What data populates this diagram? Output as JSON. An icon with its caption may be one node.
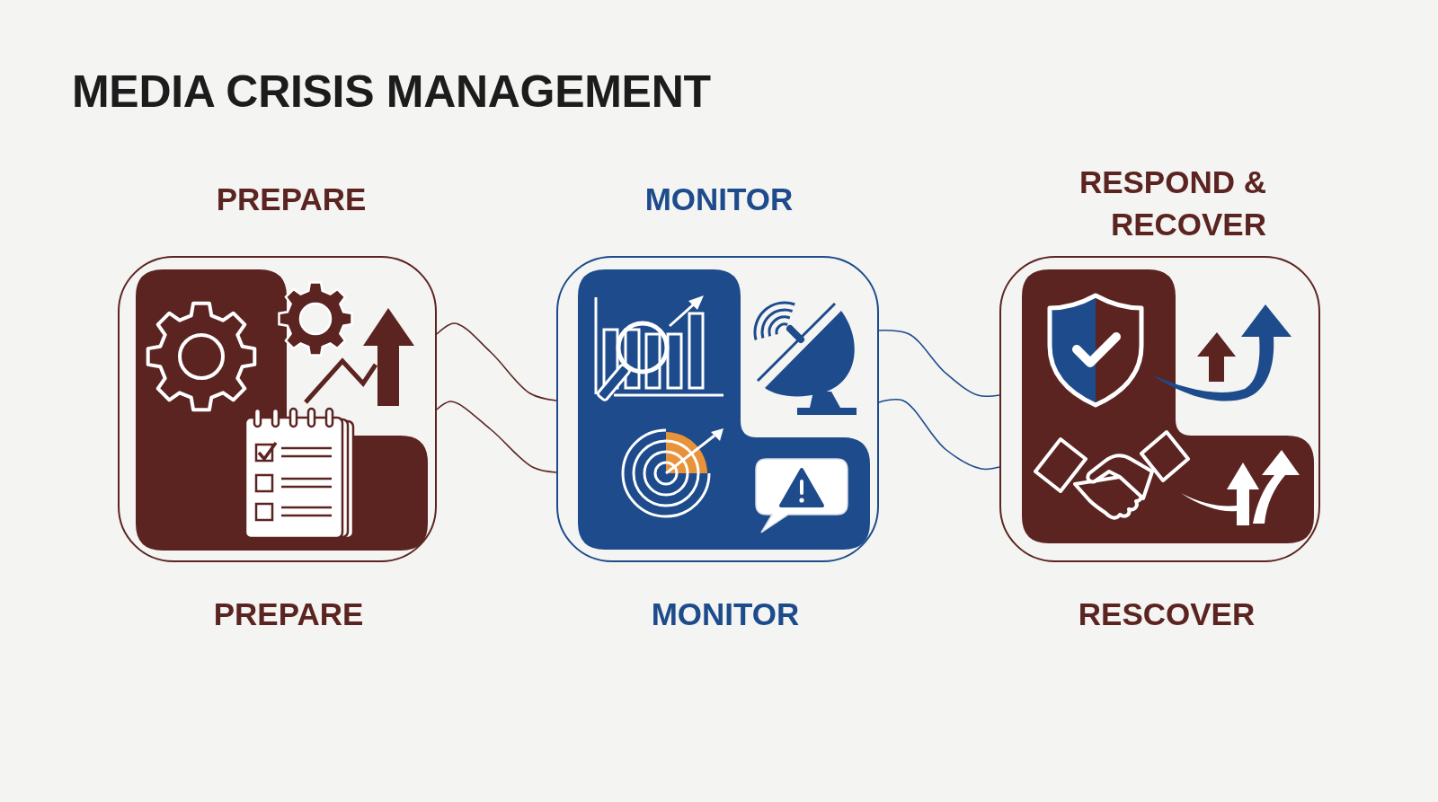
{
  "diagram": {
    "title": "MEDIA CRISIS MANAGEMENT",
    "nodes": [
      {
        "text": [
          "PREPARE"
        ],
        "beside": [
          "PREPARE"
        ]
      },
      {
        "text": [
          "MONITOR"
        ],
        "beside": [
          "MONITOR"
        ]
      },
      {
        "text": [
          "RESPOND & RECOVER"
        ],
        "beside": [
          "RESCOVER"
        ]
      }
    ],
    "edges": [
      {
        "from": 0,
        "to": 1,
        "arrow": "none",
        "color": "#5b2421"
      },
      {
        "from": 0,
        "to": 1,
        "arrow": "none",
        "color": "#5b2421"
      },
      {
        "from": 1,
        "to": 2,
        "arrow": "none",
        "color": "#1d4b8b"
      },
      {
        "from": 1,
        "to": 2,
        "arrow": "none",
        "color": "#1d4b8b"
      }
    ]
  }
}
